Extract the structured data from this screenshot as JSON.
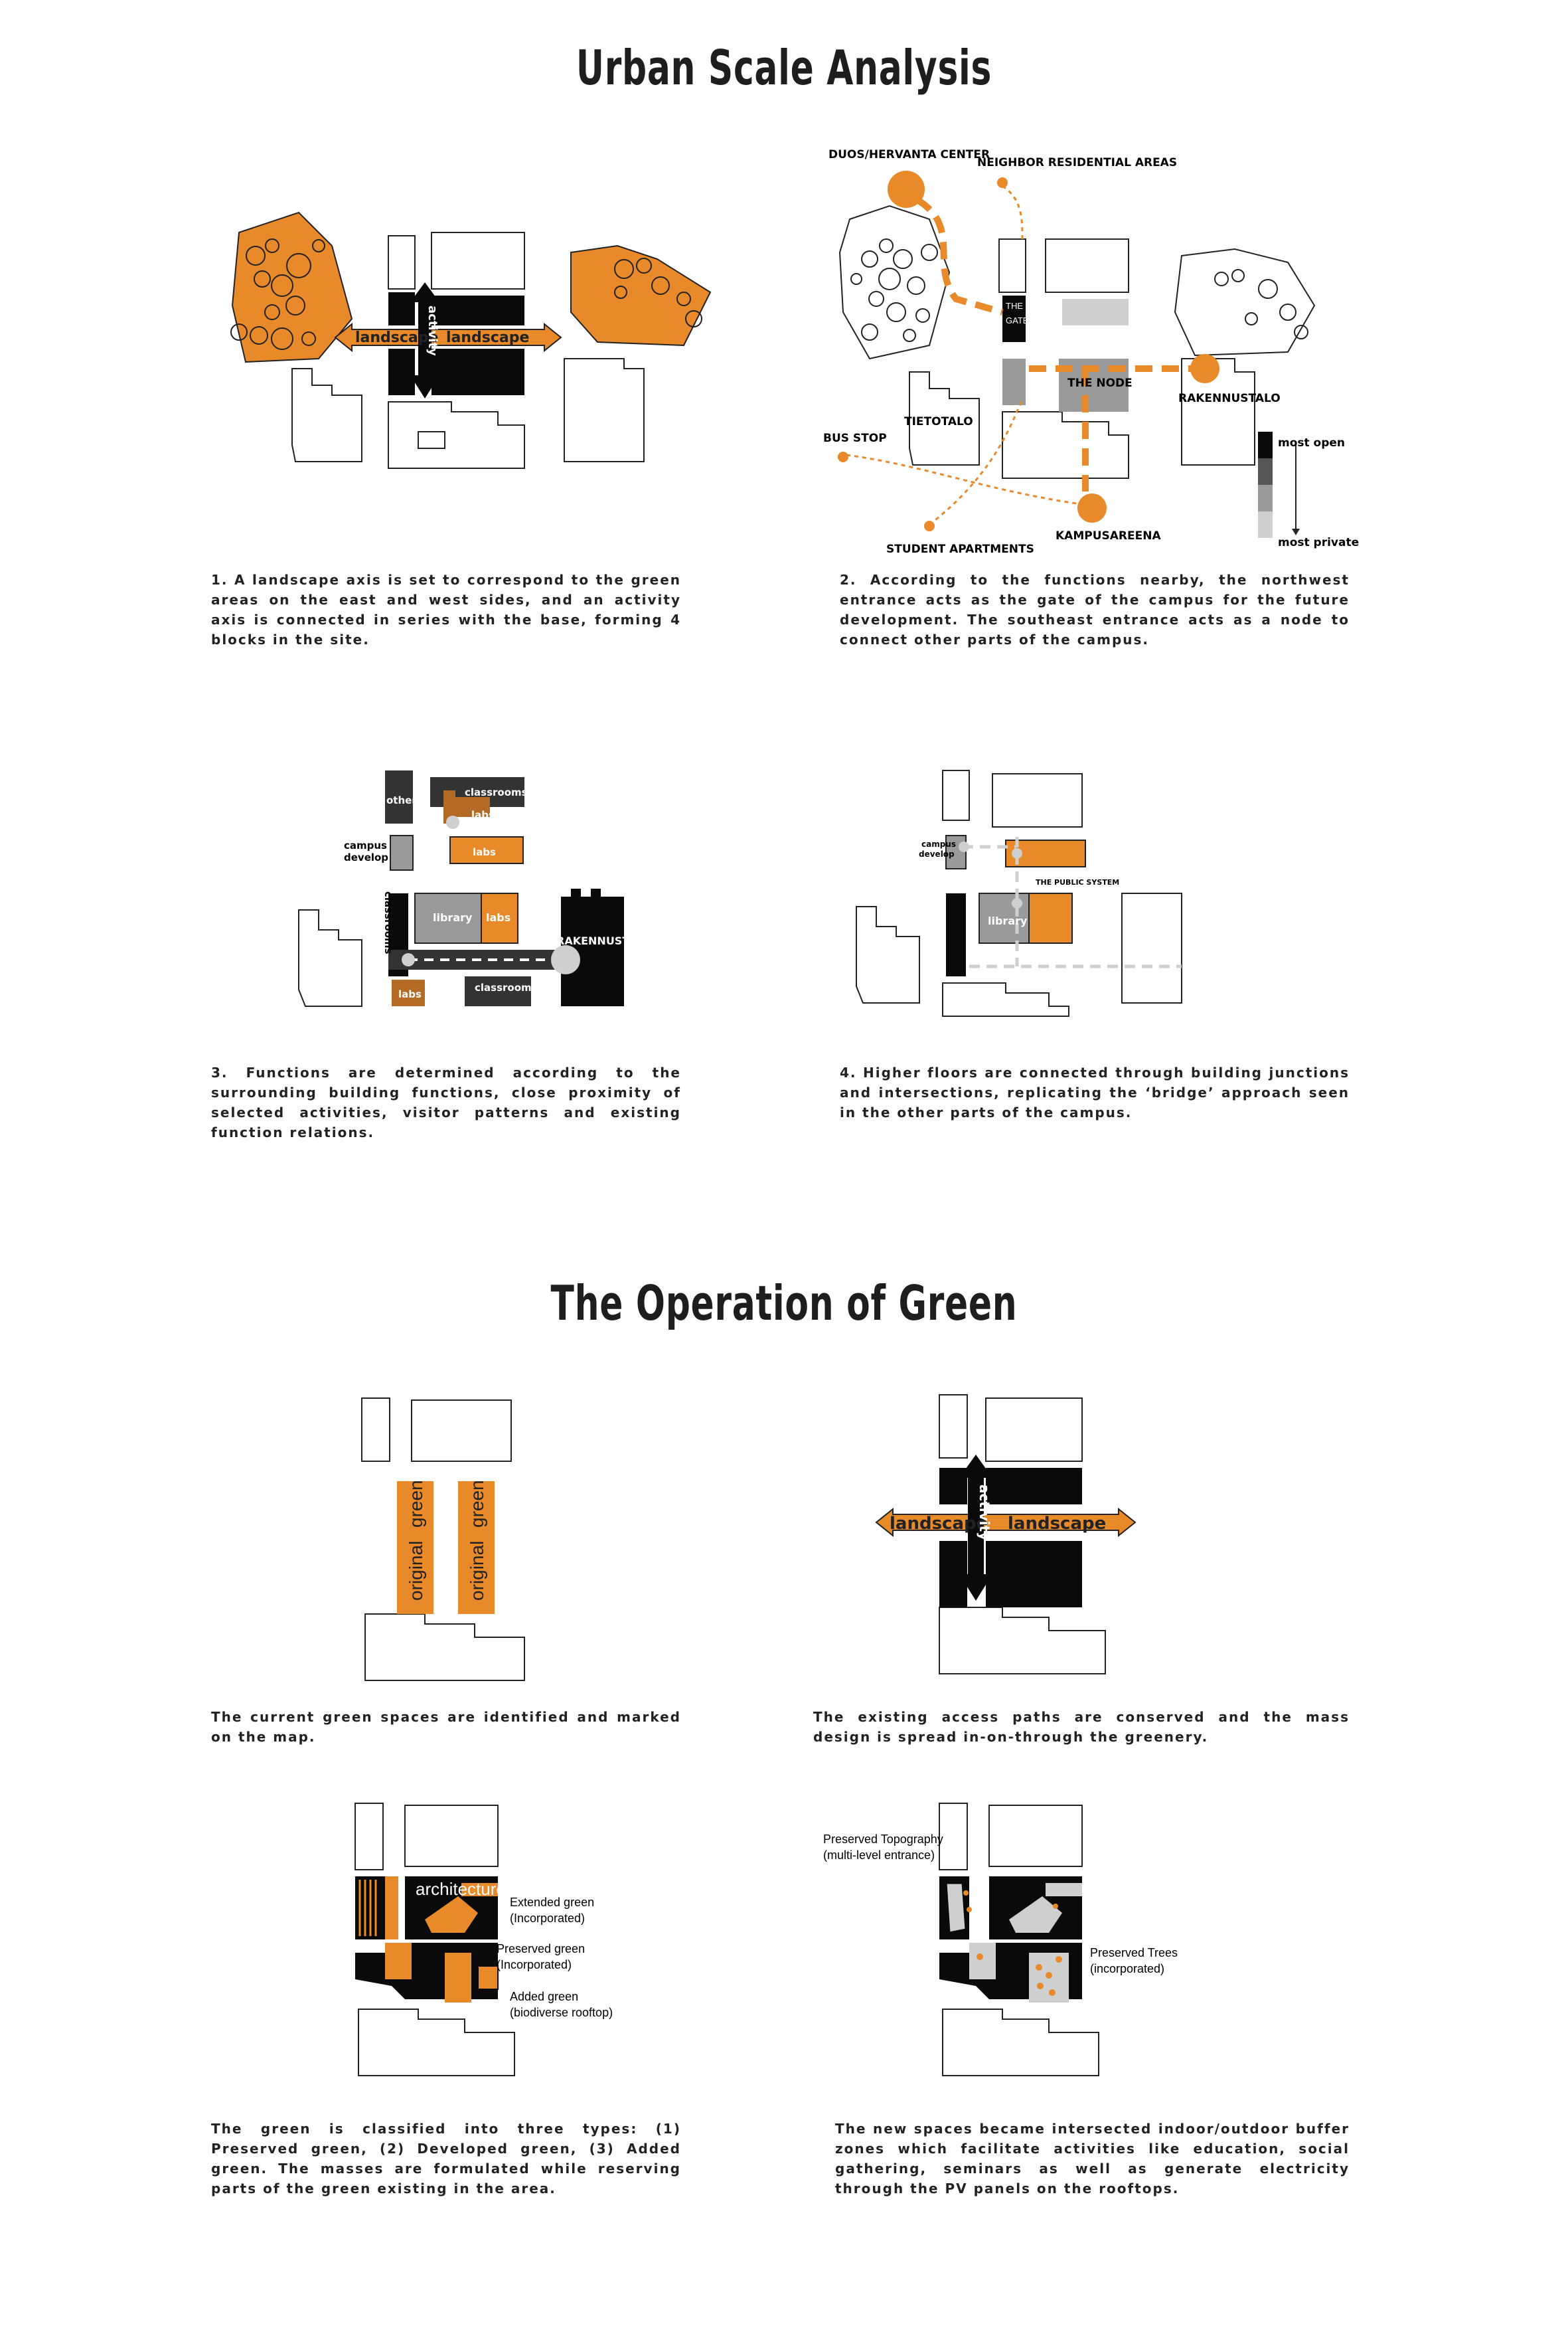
{
  "titles": {
    "urban": "Urban Scale Analysis",
    "green": "The Operation of Green"
  },
  "d1": {
    "landscape_left": "landscape",
    "landscape_right": "landscape",
    "activity": "activity"
  },
  "d2": {
    "duos": "DUOS/HERVANTA  CENTER",
    "neighbor": "NEIGHBOR  RESIDENTIAL  AREAS",
    "the": "THE",
    "gate": "GATE",
    "node": "THE  NODE",
    "tietotalo": "TIETOTALO",
    "rakennustalo": "RAKENNUSTALO",
    "bus_stop": "BUS  STOP",
    "kampusareena": "KAMPUSAREENA",
    "student_apartments": "STUDENT  APARTMENTS",
    "most_open": "most  open",
    "most_private": "most  private"
  },
  "d3": {
    "other": "other",
    "classrooms_top": "classrooms",
    "labs_1": "labs",
    "labs_2": "labs",
    "campus": "campus",
    "develop": "develop",
    "classrooms_vertical": "classrooms",
    "library": "library",
    "labs_3": "labs",
    "rakennustalo": "RAKENNUSTALO",
    "labs_4": "labs",
    "classroom": "classroom"
  },
  "d4": {
    "campus": "campus",
    "develop": "develop",
    "public_system": "THE  PUBLIC  SYSTEM",
    "library": "library"
  },
  "d5": {
    "original_1": "original",
    "green_1": "green",
    "original_2": "original",
    "green_2": "green"
  },
  "d6": {
    "landscape_left": "landscape",
    "landscape_right": "landscape",
    "activity": "activity"
  },
  "d7": {
    "architecture": "architecture",
    "extended_1": "Extended green",
    "extended_2": "(Incorporated)",
    "preserved_1": "Preserved green",
    "preserved_2": "(Incorporated)",
    "added_1": "Added green",
    "added_2": "(biodiverse rooftop)"
  },
  "d8": {
    "topo_1": "Preserved Topography",
    "topo_2": "(multi-level entrance)",
    "trees_1": "Preserved Trees",
    "trees_2": "(incorporated)"
  },
  "captions": {
    "c1": "1. A landscape axis is set to correspond to the green areas on the east and west sides, and an activity axis is connected in series with the base, forming 4 blocks in the site.",
    "c2": "2. According to the functions nearby, the northwest entrance acts as the gate of the campus for the future development. The southeast entrance acts as a node to connect other parts of the campus.",
    "c3": "3. Functions are determined according to the surrounding building functions, close proximity of selected activities, visitor patterns and existing function relations.",
    "c4": "4. Higher floors are connected through building junctions and intersections, replicating the ‘bridge’ approach seen in the other parts of the campus.",
    "c5": "The current green spaces are identified and marked on the map.",
    "c6": "The existing access paths are conserved and the mass design is spread in-on-through the greenery.",
    "c7": "The green is classified into three types: (1) Preserved green, (2) Developed green, (3) Added green. The masses are formulated while reserving parts of the green existing in the area.",
    "c8": "The new spaces became intersected indoor/outdoor buffer zones which facilitate activities like education, social gathering, seminars as well as generate electricity through the PV panels on the rooftops."
  },
  "colors": {
    "orange": "#e8892a",
    "black": "#0a0a0a",
    "dark": "#333333",
    "grey": "#9a9a9a",
    "light": "#cfcfcf"
  }
}
